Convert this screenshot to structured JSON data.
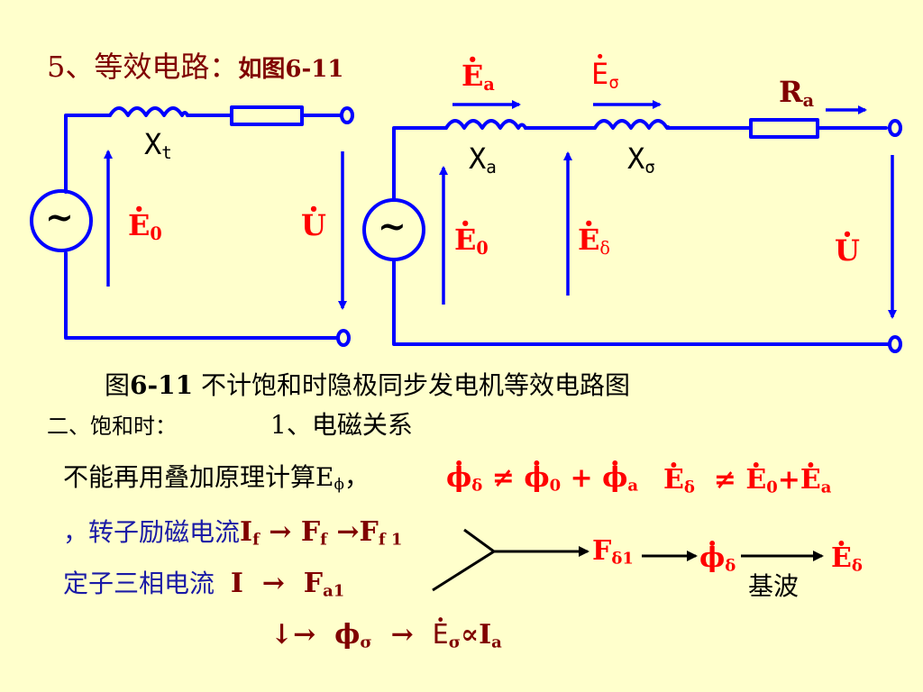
{
  "heading": {
    "number": "5、等效电路：",
    "ref": "如图6-11"
  },
  "circuit1": {
    "source_symbol": "~",
    "inductor_label": "X",
    "inductor_sub": "t",
    "emf_label": "E",
    "emf_sub": "0",
    "voltage_label": "U"
  },
  "circuit2": {
    "source_symbol": "~",
    "emf_a_label": "E",
    "emf_a_sub": "a",
    "emf_sigma_label": "E",
    "emf_sigma_sub": "σ",
    "res_label": "R",
    "res_sub": "a",
    "xa_label": "X",
    "xa_sub": "a",
    "xsigma_label": "X",
    "xsigma_sub": "σ",
    "e0_label": "E",
    "e0_sub": "0",
    "edelta_label": "E",
    "edelta_sub": "δ",
    "voltage_label": "U"
  },
  "caption": {
    "prefix": "图",
    "num": "6-11",
    "text": " 不计饱和时隐极同步发电机等效电路图"
  },
  "section": {
    "title": "二、饱和时：",
    "sub": "1、电磁关系"
  },
  "line1": {
    "text": "不能再用叠加原理计算E",
    "text_sub": "ϕ",
    "text_end": "，",
    "phi1": "ϕ",
    "phi1_sub": "δ",
    "neq1": "≠",
    "phi2": "ϕ",
    "phi2_sub": "0",
    "plus1": "+",
    "phi3": "ϕ",
    "phi3_sub": "a",
    "e1": "E",
    "e1_sub": "δ",
    "neq2": "≠",
    "e2": "E",
    "e2_sub": "0",
    "plus2": "+",
    "e3": "E",
    "e3_sub": "a"
  },
  "line2": {
    "text": "，转子励磁电流",
    "if": "I",
    "if_sub": "f",
    "arrow1": "→",
    "ff": "F",
    "ff_sub": "f",
    "arrow2": "→",
    "ff1": "F",
    "ff1_sub": "f 1"
  },
  "line3": {
    "text": "定子三相电流",
    "i": "I",
    "arrow": "→",
    "fa": "F",
    "fa_sub": "a1"
  },
  "chain": {
    "fd": "F",
    "fd_sub": "δ1",
    "phid": "ϕ",
    "phid_sub": "δ",
    "ed": "E",
    "ed_sub": "δ",
    "fund": "基波"
  },
  "line4": {
    "arrow_down": "↓→",
    "phis": "ϕ",
    "phis_sub": "σ",
    "arrow": "→",
    "es": "E",
    "es_sub": "σ",
    "prop": "∝",
    "ia": "I",
    "ia_sub": "a"
  },
  "colors": {
    "background": "#FFFFCC",
    "wire": "#0000FF",
    "label_red": "#FF0000",
    "label_dark": "#800000",
    "label_blue": "#1A1AA6"
  }
}
